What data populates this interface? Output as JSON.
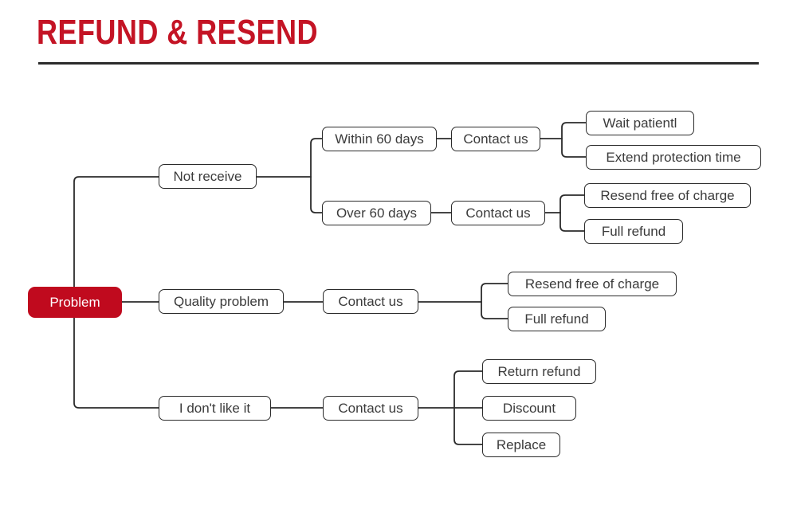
{
  "header": {
    "title": "REFUND & RESEND",
    "title_color": "#C41425",
    "rule_color": "#2B2B2B"
  },
  "diagram": {
    "type": "mind-map",
    "root_color": "#C00A1E",
    "node_border_color": "#2B2B2B",
    "node_text_color": "#3B3B3B",
    "nodes": {
      "root": "Problem",
      "b1": "Not receive",
      "b1_c1": "Within 60 days",
      "b1_c1_contact": "Contact us",
      "b1_c1_leaf1": "Wait patientl",
      "b1_c1_leaf2": "Extend protection time",
      "b1_c2": "Over 60 days",
      "b1_c2_contact": "Contact us",
      "b1_c2_leaf1": "Resend free of charge",
      "b1_c2_leaf2": "Full refund",
      "b2": "Quality problem",
      "b2_contact": "Contact us",
      "b2_leaf1": "Resend free of charge",
      "b2_leaf2": "Full refund",
      "b3": "I don't like it",
      "b3_contact": "Contact us",
      "b3_leaf1": "Return refund",
      "b3_leaf2": "Discount",
      "b3_leaf3": "Replace"
    }
  }
}
